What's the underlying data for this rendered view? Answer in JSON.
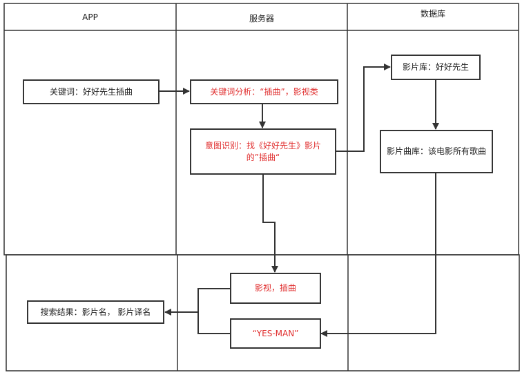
{
  "lanes": [
    {
      "id": "app",
      "title": "APP"
    },
    {
      "id": "server",
      "title": "服务器"
    },
    {
      "id": "db",
      "title": "数据库"
    }
  ],
  "nodes": {
    "keyword": {
      "text": "关键词：好好先生插曲",
      "lane": "app"
    },
    "keyword_analysis": {
      "text": "关键词分析：“插曲”，影视类",
      "lane": "server",
      "color": "#e02d2d"
    },
    "intent": {
      "text": "意图识别：找《好好先生》影片的”插曲“",
      "lane": "server",
      "color": "#e02d2d"
    },
    "film_db": {
      "text": "影片库：好好先生",
      "lane": "db"
    },
    "song_db": {
      "text": "影片曲库：该电影所有歌曲",
      "lane": "db"
    },
    "video_song": {
      "text": "影视，插曲",
      "lane": "server",
      "color": "#e02d2d"
    },
    "yes_man": {
      "text": "“YES-MAN”",
      "lane": "server",
      "color": "#e02d2d"
    },
    "search_result": {
      "text": "搜索结果：影片名， 影片译名",
      "lane": "app"
    }
  },
  "edges": [
    {
      "from": "keyword",
      "to": "keyword_analysis"
    },
    {
      "from": "keyword_analysis",
      "to": "intent"
    },
    {
      "from": "intent",
      "to": "film_db"
    },
    {
      "from": "film_db",
      "to": "song_db"
    },
    {
      "from": "intent",
      "to": "video_song"
    },
    {
      "from": "song_db",
      "to": "yes_man"
    },
    {
      "from": "video_song",
      "to": "search_result"
    },
    {
      "from": "yes_man",
      "to": "search_result"
    }
  ],
  "colors": {
    "line": "#333333",
    "accent_text": "#e02d2d"
  }
}
